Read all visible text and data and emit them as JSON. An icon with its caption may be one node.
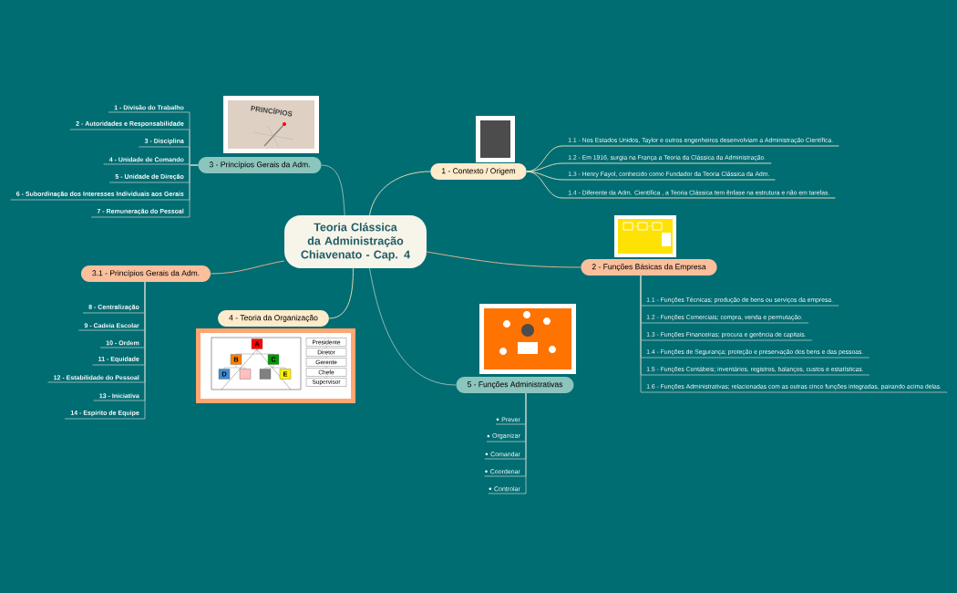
{
  "diagram": {
    "nodes": [
      {
        "text": [
          "Teoria Clássica da Administração Chiavenato - Cap. 4"
        ]
      },
      {
        "text": [
          "1 - Contexto / Origem"
        ]
      },
      {
        "text": [
          "1.1 - Nos Estados Unidos, Taylor e outros engenheiros desenvolviam a Administração Científica."
        ]
      },
      {
        "text": [
          "1.2 - Em 1916, surgia na França a Teoria da Clássica da Administração."
        ]
      },
      {
        "text": [
          "1.3 - Henry Fayol, conhecido como Fundador da Teoria Clássica da Adm."
        ]
      },
      {
        "text": [
          "1.4 - Diferente da Adm. Científica , a Teoria Clássica tem ênfase na estrutura e não em tarefas."
        ]
      },
      {
        "text": [
          "2 - Funções Básicas da Empresa"
        ]
      },
      {
        "text": [
          "1.1 - Funções Técnicas; produção de bens ou serviços da empresa."
        ]
      },
      {
        "text": [
          "1.2 - Funções Comerciais; compra, venda e permutação."
        ]
      },
      {
        "text": [
          "1.3 - Funções Financeiras; procura e gerência de capitais."
        ]
      },
      {
        "text": [
          "1.4 - Funções de Segurança; proteção e preservação dos bens e das pessoas."
        ]
      },
      {
        "text": [
          "1.5 - Funções Contábeis; inventários, registros, balanços, custos e estatísticas."
        ]
      },
      {
        "text": [
          "1.6 - Funções Administrativas; relacionadas com as outras cinco funções integradas, pairando acima delas."
        ]
      },
      {
        "text": [
          "5 - Funções Administrativas"
        ]
      },
      {
        "text": [
          "Prever"
        ]
      },
      {
        "text": [
          "Organizar"
        ]
      },
      {
        "text": [
          "Comandar"
        ]
      },
      {
        "text": [
          "Coordenar"
        ]
      },
      {
        "text": [
          "Controlar"
        ]
      },
      {
        "text": [
          "4 - Teoria da Organização"
        ]
      },
      {
        "text": [
          "3.1 - Princípios Gerais da Adm."
        ]
      },
      {
        "text": [
          "8 - Centralização"
        ]
      },
      {
        "text": [
          "9 - Cadeia Escolar"
        ]
      },
      {
        "text": [
          "10 - Ordem"
        ]
      },
      {
        "text": [
          "11 - Equidade"
        ]
      },
      {
        "text": [
          "12 - Estabilidade do Pessoal"
        ]
      },
      {
        "text": [
          "13 - Iniciativa"
        ]
      },
      {
        "text": [
          "14 - Espírito de Equipe"
        ]
      },
      {
        "text": [
          "3 - Princípios Gerais da Adm."
        ]
      },
      {
        "text": [
          "1 - Divisão do Trabalho"
        ]
      },
      {
        "text": [
          "2 - Autoridades e Responsabilidade"
        ]
      },
      {
        "text": [
          "3 - Disciplina"
        ]
      },
      {
        "text": [
          "4 - Unidade de Comando"
        ]
      },
      {
        "text": [
          "5 - Unidade de Direção"
        ]
      },
      {
        "text": [
          "6 - Subordinação dos Interesses Individuais aos Gerais"
        ]
      },
      {
        "text": [
          "7 - Remuneração do Pessoal"
        ]
      }
    ],
    "edges": [
      {
        "from": 0,
        "to": 1,
        "arrow": "none",
        "color": "#f5e3c0"
      },
      {
        "from": 0,
        "to": 6,
        "arrow": "none",
        "color": "#f4b898"
      },
      {
        "from": 0,
        "to": 13,
        "arrow": "none"
      },
      {
        "from": 0,
        "to": 19,
        "arrow": "none",
        "color": "#f5e3c0"
      },
      {
        "from": 0,
        "to": 20,
        "arrow": "none",
        "color": "#f4b898"
      },
      {
        "from": 0,
        "to": 28,
        "arrow": "none"
      },
      {
        "from": 1,
        "to": 2,
        "arrow": "none",
        "color": "#f5e3c0"
      },
      {
        "from": 1,
        "to": 3,
        "arrow": "none",
        "color": "#f5e3c0"
      },
      {
        "from": 1,
        "to": 4,
        "arrow": "none",
        "color": "#f5e3c0"
      },
      {
        "from": 1,
        "to": 5,
        "arrow": "none",
        "color": "#f5e3c0"
      },
      {
        "from": 6,
        "to": 7,
        "arrow": "none"
      },
      {
        "from": 6,
        "to": 8,
        "arrow": "none"
      },
      {
        "from": 6,
        "to": 9,
        "arrow": "none"
      },
      {
        "from": 6,
        "to": 10,
        "arrow": "none"
      },
      {
        "from": 6,
        "to": 11,
        "arrow": "none"
      },
      {
        "from": 6,
        "to": 12,
        "arrow": "none"
      },
      {
        "from": 13,
        "to": 14,
        "arrow": "none"
      },
      {
        "from": 13,
        "to": 15,
        "arrow": "none"
      },
      {
        "from": 13,
        "to": 16,
        "arrow": "none"
      },
      {
        "from": 13,
        "to": 17,
        "arrow": "none"
      },
      {
        "from": 13,
        "to": 18,
        "arrow": "none"
      },
      {
        "from": 20,
        "to": 21,
        "arrow": "none"
      },
      {
        "from": 20,
        "to": 22,
        "arrow": "none"
      },
      {
        "from": 20,
        "to": 23,
        "arrow": "none"
      },
      {
        "from": 20,
        "to": 24,
        "arrow": "none"
      },
      {
        "from": 20,
        "to": 25,
        "arrow": "none"
      },
      {
        "from": 20,
        "to": 26,
        "arrow": "none"
      },
      {
        "from": 20,
        "to": 27,
        "arrow": "none"
      },
      {
        "from": 28,
        "to": 29,
        "arrow": "none"
      },
      {
        "from": 28,
        "to": 30,
        "arrow": "none"
      },
      {
        "from": 28,
        "to": 31,
        "arrow": "none"
      },
      {
        "from": 28,
        "to": 32,
        "arrow": "none"
      },
      {
        "from": 28,
        "to": 33,
        "arrow": "none"
      },
      {
        "from": 28,
        "to": 34,
        "arrow": "none"
      },
      {
        "from": 28,
        "to": 35,
        "arrow": "none"
      }
    ],
    "labels": [
      "PRINCÍPIOS",
      "A",
      "B",
      "C",
      "D",
      "E",
      "Presidente",
      "Diretor",
      "Gerente",
      "Chefe",
      "Supervisor"
    ]
  }
}
